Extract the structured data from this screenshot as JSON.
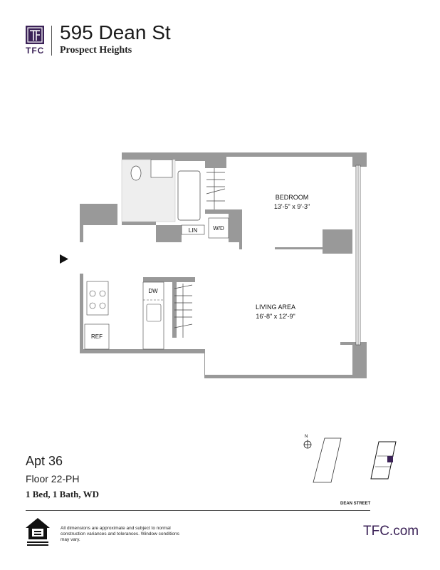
{
  "header": {
    "brand": "TFC",
    "title": "595 Dean St",
    "subtitle": "Prospect Heights"
  },
  "plan": {
    "rooms": [
      {
        "name": "BEDROOM",
        "dims": "13'-5\" x 9'-3\""
      },
      {
        "name": "LIVING AREA",
        "dims": "16'-8\" x 12'-9\""
      }
    ],
    "labels": {
      "lin": "LIN",
      "wd": "W/D",
      "dw": "DW",
      "ref": "REF"
    },
    "entry_icon": "entry-arrow-icon"
  },
  "unit": {
    "apt": "Apt 36",
    "floor": "Floor 22-PH",
    "summary": "1 Bed, 1 Bath, WD"
  },
  "keyplan": {
    "compass": "N",
    "street": "DEAN STREET"
  },
  "footer": {
    "disclaimer": "All dimensions are approximate and subject to normal construction variances and tolerances. Window conditions may vary.",
    "site": "TFC.com",
    "eho_icon": "equal-housing-opportunity-icon"
  },
  "colors": {
    "brand": "#3b2257",
    "wall": "#999999"
  }
}
